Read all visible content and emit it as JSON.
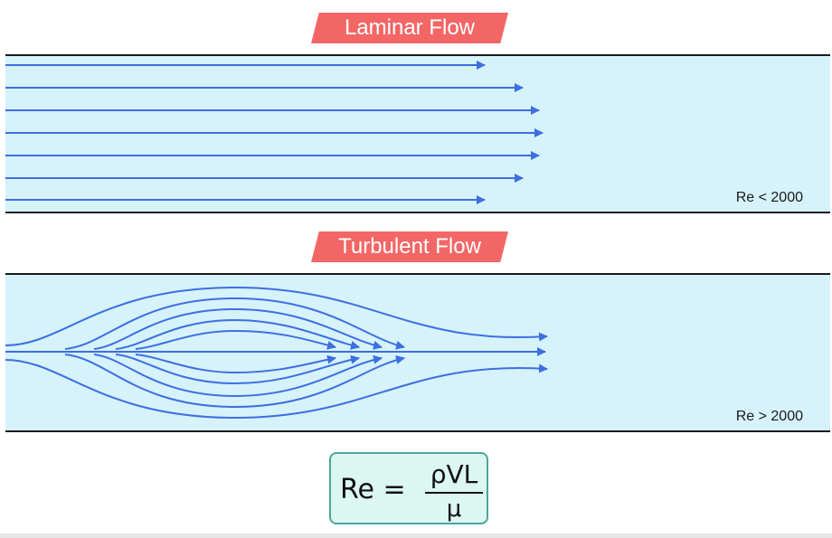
{
  "laminar": {
    "title": "Laminar Flow",
    "reynolds_condition": "Re < 2000"
  },
  "turbulent": {
    "title": "Turbulent Flow",
    "reynolds_condition": "Re > 2000"
  },
  "formula": {
    "lhs": "Re =",
    "numerator": "ρVL",
    "denominator": "μ"
  },
  "colors": {
    "tag_background": "#f26766",
    "channel_fill": "#d6f2fb",
    "streamline": "#3d6fe0",
    "formula_border": "#4aa79d",
    "formula_fill": "#dcf6f1"
  }
}
